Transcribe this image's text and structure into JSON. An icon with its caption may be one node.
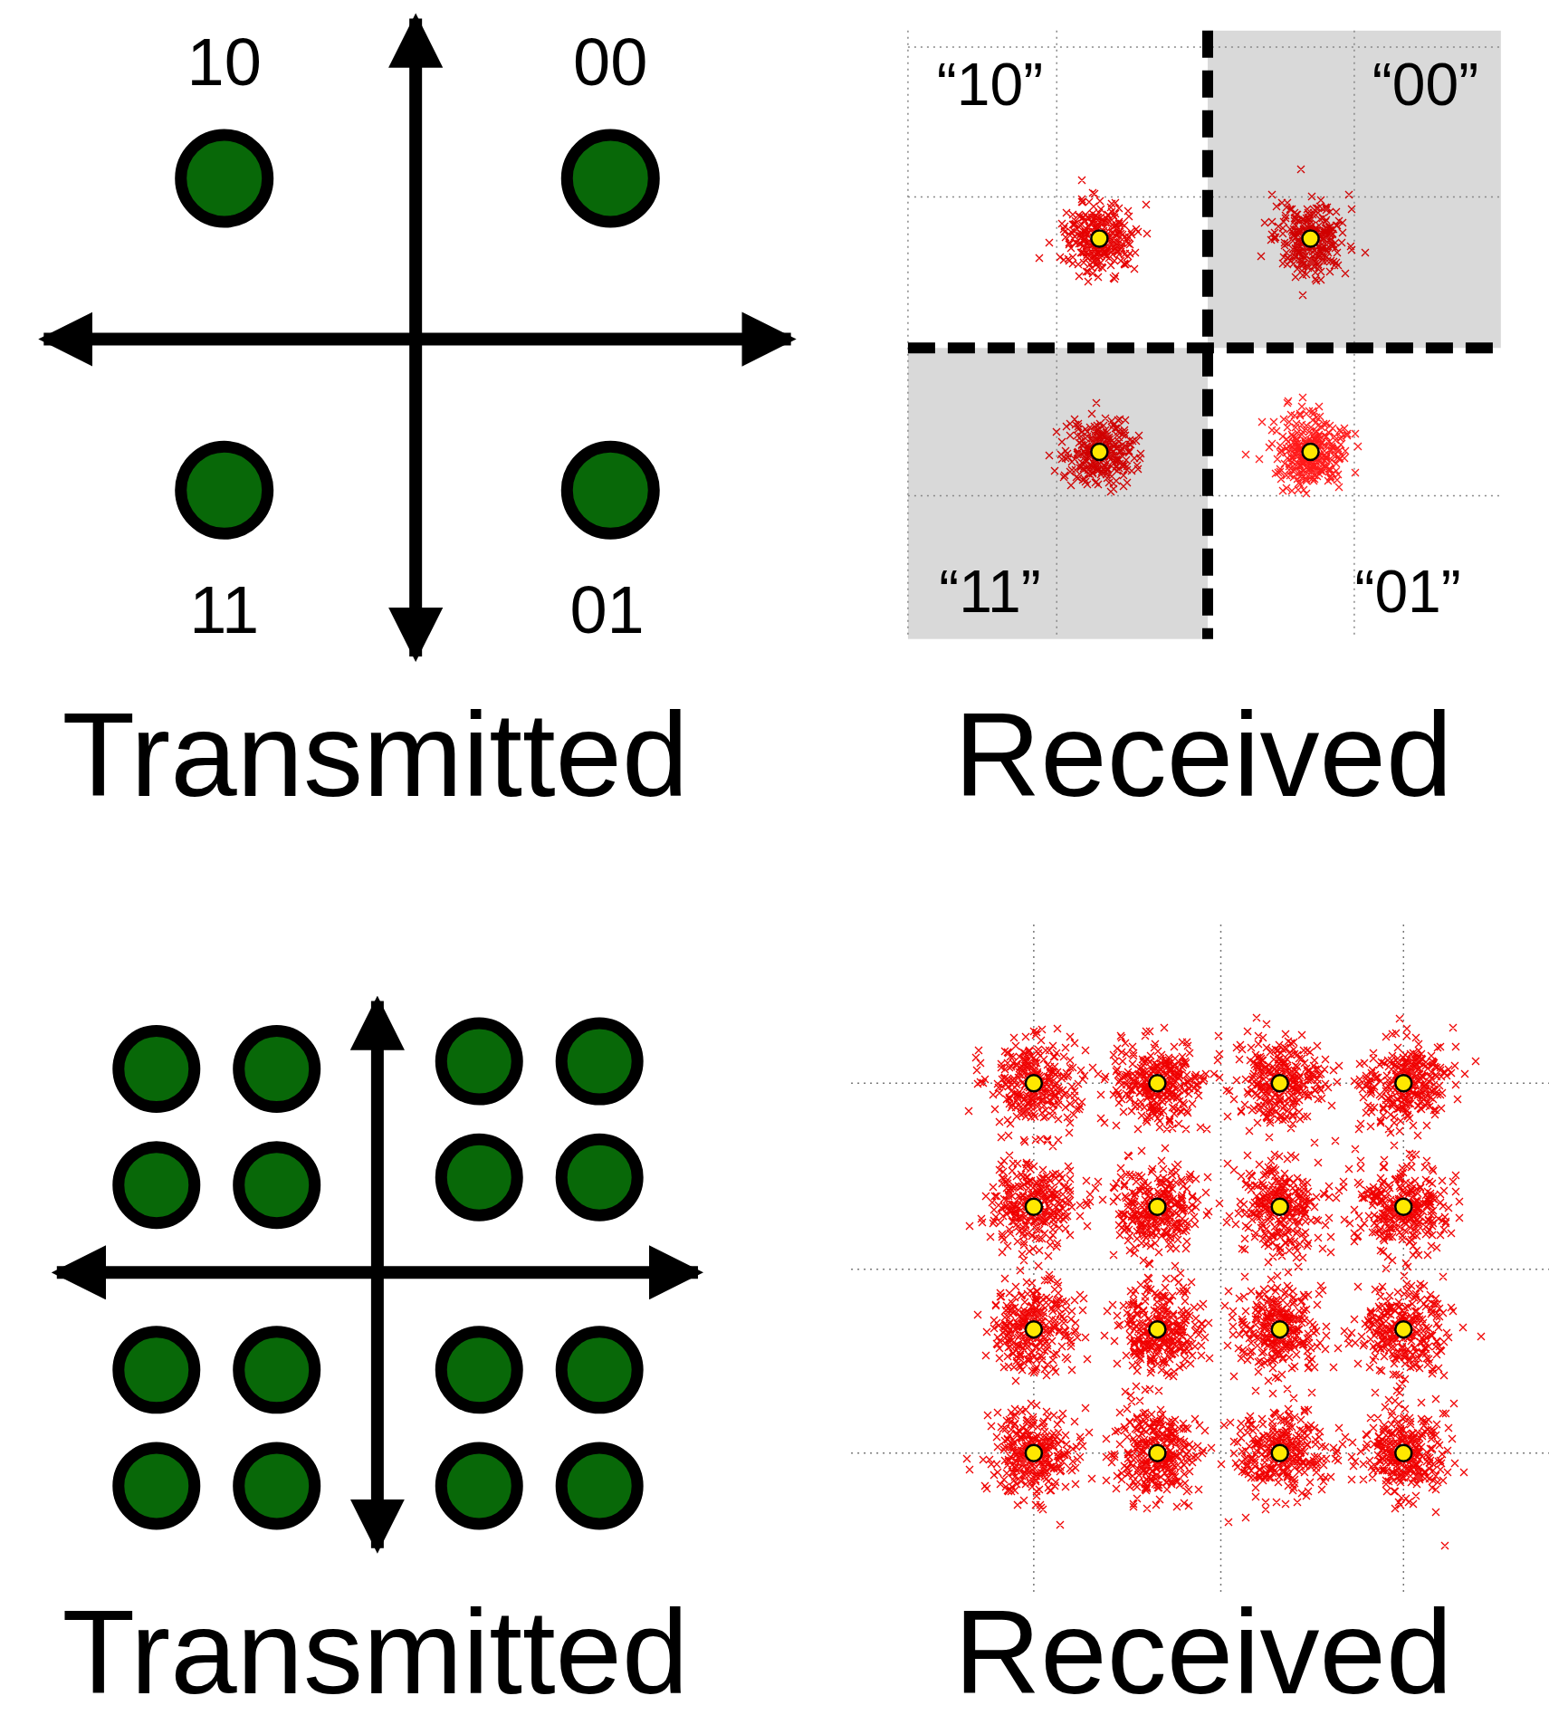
{
  "diagram": {
    "labels": [
      "10",
      "00",
      "“10”",
      "“00”",
      "11",
      "01",
      "“11”",
      "“01”",
      "Transmitted",
      "Received",
      "Transmitted",
      "Received"
    ]
  }
}
